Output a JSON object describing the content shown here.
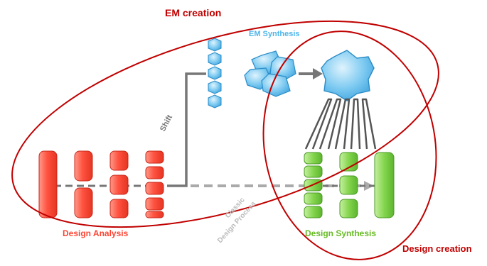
{
  "labels": {
    "em_creation": "EM creation",
    "em_synthesis": "EM Synthesis",
    "shift": "Shift",
    "classic_line1": "Classic",
    "classic_line2": "Design Process",
    "design_analysis": "Design Analysis",
    "design_synthesis": "Design Synthesis",
    "design_creation": "Design creation"
  },
  "colors": {
    "ellipse_outline": "#c00000",
    "red_label": "#c00000",
    "analysis_fill": "#ff4f3f",
    "analysis_stroke": "#c8271a",
    "analysis_label": "#ff4433",
    "synthesis_fill": "#7fd14a",
    "synthesis_stroke": "#4a9a25",
    "synthesis_label": "#66bb22",
    "em_fill": "#6ec3ef",
    "em_stroke": "#2a8cc6",
    "em_label": "#4fb5ea",
    "connector": "#777777",
    "classic_label": "#bbbbbb"
  }
}
